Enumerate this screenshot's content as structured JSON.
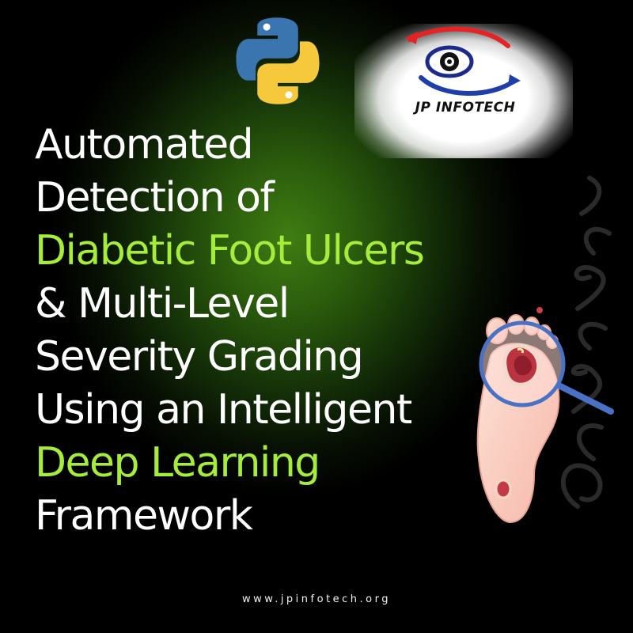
{
  "brand": {
    "python_logo_icon": "python-logo-icon",
    "jp_logo_text": "JP INFOTECH",
    "jp_colors": {
      "arrow_red": "#e52325",
      "arrow_blue": "#1f3fa8",
      "eye": "#1c2a8c"
    }
  },
  "headline": {
    "lines": [
      {
        "text": "Automated",
        "color": "white"
      },
      {
        "text": "Detection of",
        "color": "white"
      },
      {
        "text": "Diabetic Foot Ulcers",
        "color": "green"
      },
      {
        "text": "& Multi-Level",
        "color": "white"
      },
      {
        "text": "Severity Grading",
        "color": "white"
      },
      {
        "text": "Using an Intelligent",
        "color": "white"
      },
      {
        "text": "Deep Learning",
        "color": "green"
      },
      {
        "text": "Framework",
        "color": "white"
      }
    ],
    "accent_color": "#a6ec3a",
    "text_color": "#ffffff"
  },
  "illustration": {
    "icon": "diabetic-foot-ulcer-illustration",
    "magnifier_icon": "magnifying-glass-icon"
  },
  "footer": {
    "url": "www.jpinfotech.org"
  }
}
